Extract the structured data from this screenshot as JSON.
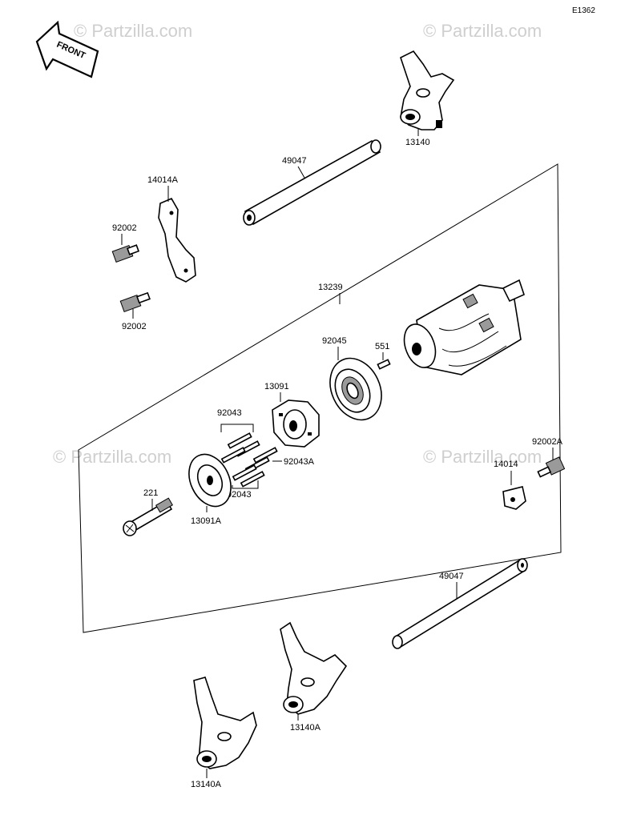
{
  "diagram_code": "E1362",
  "front_label": "FRONT",
  "watermark": "© Partzilla.com",
  "parts": {
    "fork_top": "13140",
    "shaft_top": "49047",
    "plate": "14014A",
    "bolt_upper": "92002",
    "bolt_lower": "92002",
    "drum": "13239",
    "bearing": "92045",
    "pin": "551",
    "drum_pin_holder": "13091",
    "pins_upper": "92043",
    "pins_right": "92043A",
    "pins_lower": "92043",
    "bolt_right": "92002A",
    "stopper": "14014",
    "screw": "221",
    "cam_plate": "13091A",
    "shaft_bottom": "49047",
    "fork_mid": "13140A",
    "fork_bottom": "13140A"
  }
}
